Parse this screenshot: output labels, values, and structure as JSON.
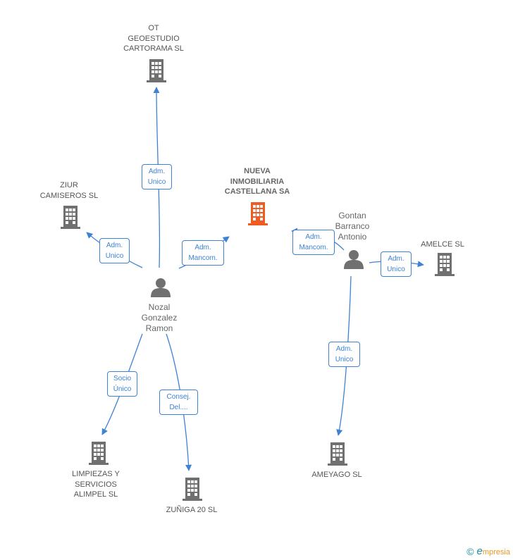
{
  "colors": {
    "edge": "#3e82d3",
    "company": "#707070",
    "focus_company": "#f05a23",
    "person": "#707070"
  },
  "companies": {
    "ot": {
      "label": "OT\nGEOESTUDIO\nCARTORAMA SL"
    },
    "nueva": {
      "label": "NUEVA\nINMOBILIARIA\nCASTELLANA SA"
    },
    "ziur": {
      "label": "ZIUR\nCAMISEROS  SL"
    },
    "amelce": {
      "label": "AMELCE  SL"
    },
    "limpiezas": {
      "label": "LIMPIEZAS Y\nSERVICIOS\nALIMPEL SL"
    },
    "zuniga": {
      "label": "ZUÑIGA 20  SL"
    },
    "ameyago": {
      "label": "AMEYAGO  SL"
    }
  },
  "persons": {
    "nozal": {
      "label": "Nozal\nGonzalez\nRamon"
    },
    "gontan": {
      "label": "Gontan\nBarranco\nAntonio"
    }
  },
  "edges": {
    "nozal_ot": {
      "label": "Adm.\nUnico"
    },
    "nozal_ziur": {
      "label": "Adm.\nUnico"
    },
    "nozal_nueva": {
      "label": "Adm.\nMancom."
    },
    "gontan_nueva": {
      "label": "Adm.\nMancom."
    },
    "gontan_amelce": {
      "label": "Adm.\nUnico"
    },
    "nozal_limpiezas": {
      "label": "Socio\nÚnico"
    },
    "nozal_zuniga": {
      "label": "Consej.\nDel...."
    },
    "gontan_ameyago": {
      "label": "Adm.\nUnico"
    }
  },
  "footer": {
    "copyright": "©",
    "brand_initial": "e",
    "brand_rest": "mpresia"
  }
}
